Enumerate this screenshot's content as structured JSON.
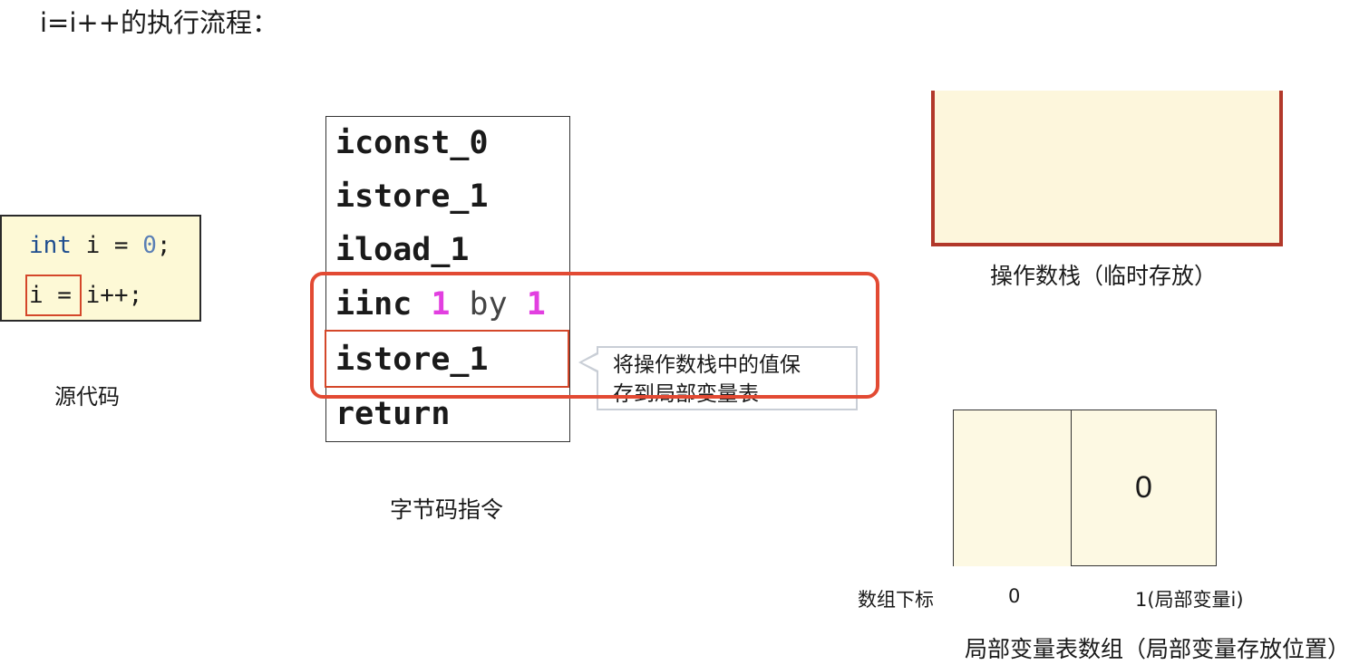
{
  "title": "i=i++的执行流程：",
  "source": {
    "line1": {
      "kw": "int",
      "rest": " i = ",
      "num": "0",
      "end": ";"
    },
    "line2": {
      "pre": "i = ",
      "post": "i++;"
    },
    "caption": "源代码"
  },
  "bytecode": {
    "lines": [
      "iconst_0",
      "istore_1",
      "iload_1",
      "istore_1",
      "return"
    ],
    "iinc": {
      "op": "iinc",
      "a": "1",
      "by": "by",
      "b": "1"
    },
    "caption": "字节码指令"
  },
  "callout": {
    "line1": "将操作数栈中的值保",
    "line2": "存到局部变量表"
  },
  "stack": {
    "caption": "操作数栈（临时存放）"
  },
  "locals": {
    "values": [
      "",
      "0"
    ],
    "index_label": "数组下标",
    "indices": [
      "0",
      "1(局部变量i)"
    ],
    "caption": "局部变量表数组（局部变量存放位置）"
  },
  "colors": {
    "highlight": "#e24a33",
    "stack_border": "#b2382a",
    "box_fill": "#fdf9d6",
    "magenta": "#e23fe0"
  }
}
